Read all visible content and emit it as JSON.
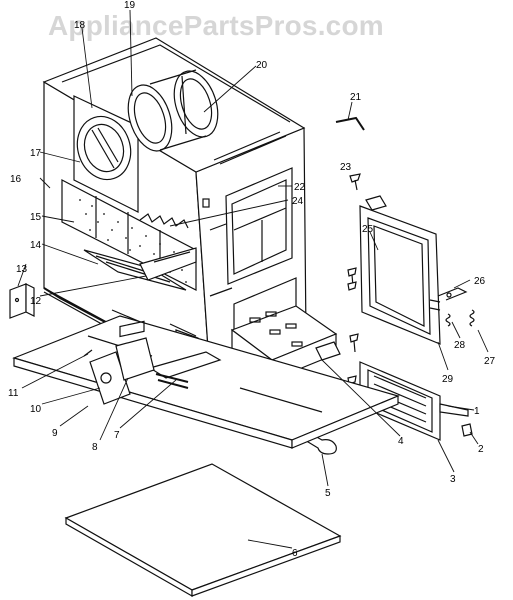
{
  "watermark": "AppliancePartsPros.com",
  "parts": [
    {
      "label": "1",
      "name": "part-1"
    },
    {
      "label": "2",
      "name": "part-2"
    },
    {
      "label": "3",
      "name": "part-3"
    },
    {
      "label": "4",
      "name": "part-4"
    },
    {
      "label": "5",
      "name": "part-5"
    },
    {
      "label": "6",
      "name": "part-6"
    },
    {
      "label": "7",
      "name": "part-7"
    },
    {
      "label": "8",
      "name": "part-8"
    },
    {
      "label": "9",
      "name": "part-9"
    },
    {
      "label": "10",
      "name": "part-10"
    },
    {
      "label": "11",
      "name": "part-11"
    },
    {
      "label": "12",
      "name": "part-12"
    },
    {
      "label": "13",
      "name": "part-13"
    },
    {
      "label": "14",
      "name": "part-14"
    },
    {
      "label": "15",
      "name": "part-15"
    },
    {
      "label": "16",
      "name": "part-16"
    },
    {
      "label": "17",
      "name": "part-17"
    },
    {
      "label": "18",
      "name": "part-18"
    },
    {
      "label": "19",
      "name": "part-19"
    },
    {
      "label": "20",
      "name": "part-20"
    },
    {
      "label": "21",
      "name": "part-21"
    },
    {
      "label": "22",
      "name": "part-22"
    },
    {
      "label": "23",
      "name": "part-23"
    },
    {
      "label": "24",
      "name": "part-24"
    },
    {
      "label": "25",
      "name": "part-25"
    },
    {
      "label": "26",
      "name": "part-26"
    },
    {
      "label": "27",
      "name": "part-27"
    },
    {
      "label": "28",
      "name": "part-28"
    },
    {
      "label": "29",
      "name": "part-29"
    }
  ]
}
